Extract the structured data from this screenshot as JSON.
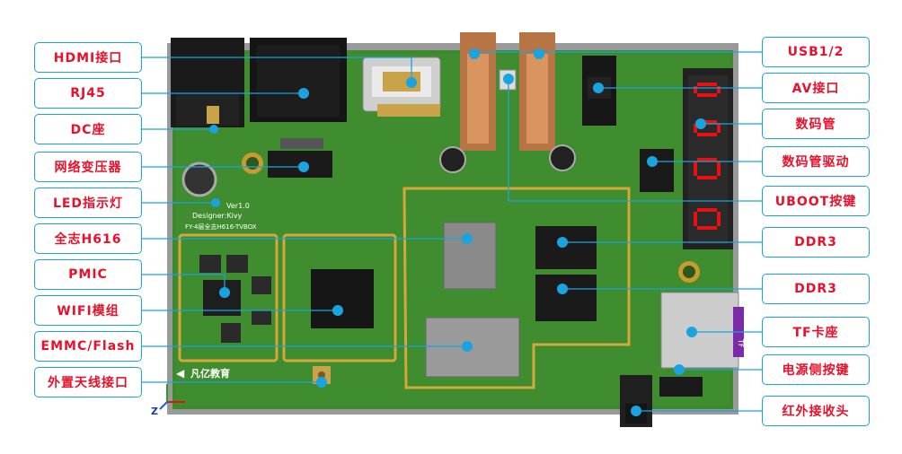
{
  "labels_left": [
    {
      "id": "hdmi",
      "text": "HDMI接口"
    },
    {
      "id": "rj45",
      "text": "RJ45"
    },
    {
      "id": "dc",
      "text": "DC座"
    },
    {
      "id": "transformer",
      "text": "网络变压器"
    },
    {
      "id": "led",
      "text": "LED指示灯"
    },
    {
      "id": "h616",
      "text": "全志H616"
    },
    {
      "id": "pmic",
      "text": "PMIC"
    },
    {
      "id": "wifi",
      "text": "WIFI模组"
    },
    {
      "id": "emmc",
      "text": "EMMC/Flash"
    },
    {
      "id": "antenna",
      "text": "外置天线接口"
    }
  ],
  "labels_right": [
    {
      "id": "usb",
      "text": "USB1/2"
    },
    {
      "id": "av",
      "text": "AV接口"
    },
    {
      "id": "segment",
      "text": "数码管"
    },
    {
      "id": "segment_driver",
      "text": "数码管驱动"
    },
    {
      "id": "uboot",
      "text": "UBOOT按键"
    },
    {
      "id": "ddr3_a",
      "text": "DDR3"
    },
    {
      "id": "ddr3_b",
      "text": "DDR3"
    },
    {
      "id": "tf",
      "text": "TF卡座"
    },
    {
      "id": "power_key",
      "text": "电源侧按键"
    },
    {
      "id": "ir",
      "text": "红外接收头"
    }
  ],
  "board": {
    "version": "Ver1.0",
    "designer": "Designer:Kivy",
    "title": "FY-4层全志H616-TVBOX",
    "logo_text": "凡亿教育",
    "axis_label": "Z",
    "tf_text": "TF"
  },
  "colors": {
    "label_text": "#e8102a",
    "label_border": "#1ba3e0",
    "leader_line": "#1ba3e0",
    "board_green": "#3d8a2e",
    "board_dark": "#2a6b22",
    "gold": "#d4a73a",
    "chip": "#1a1a1a",
    "segment_red": "#e81010"
  }
}
